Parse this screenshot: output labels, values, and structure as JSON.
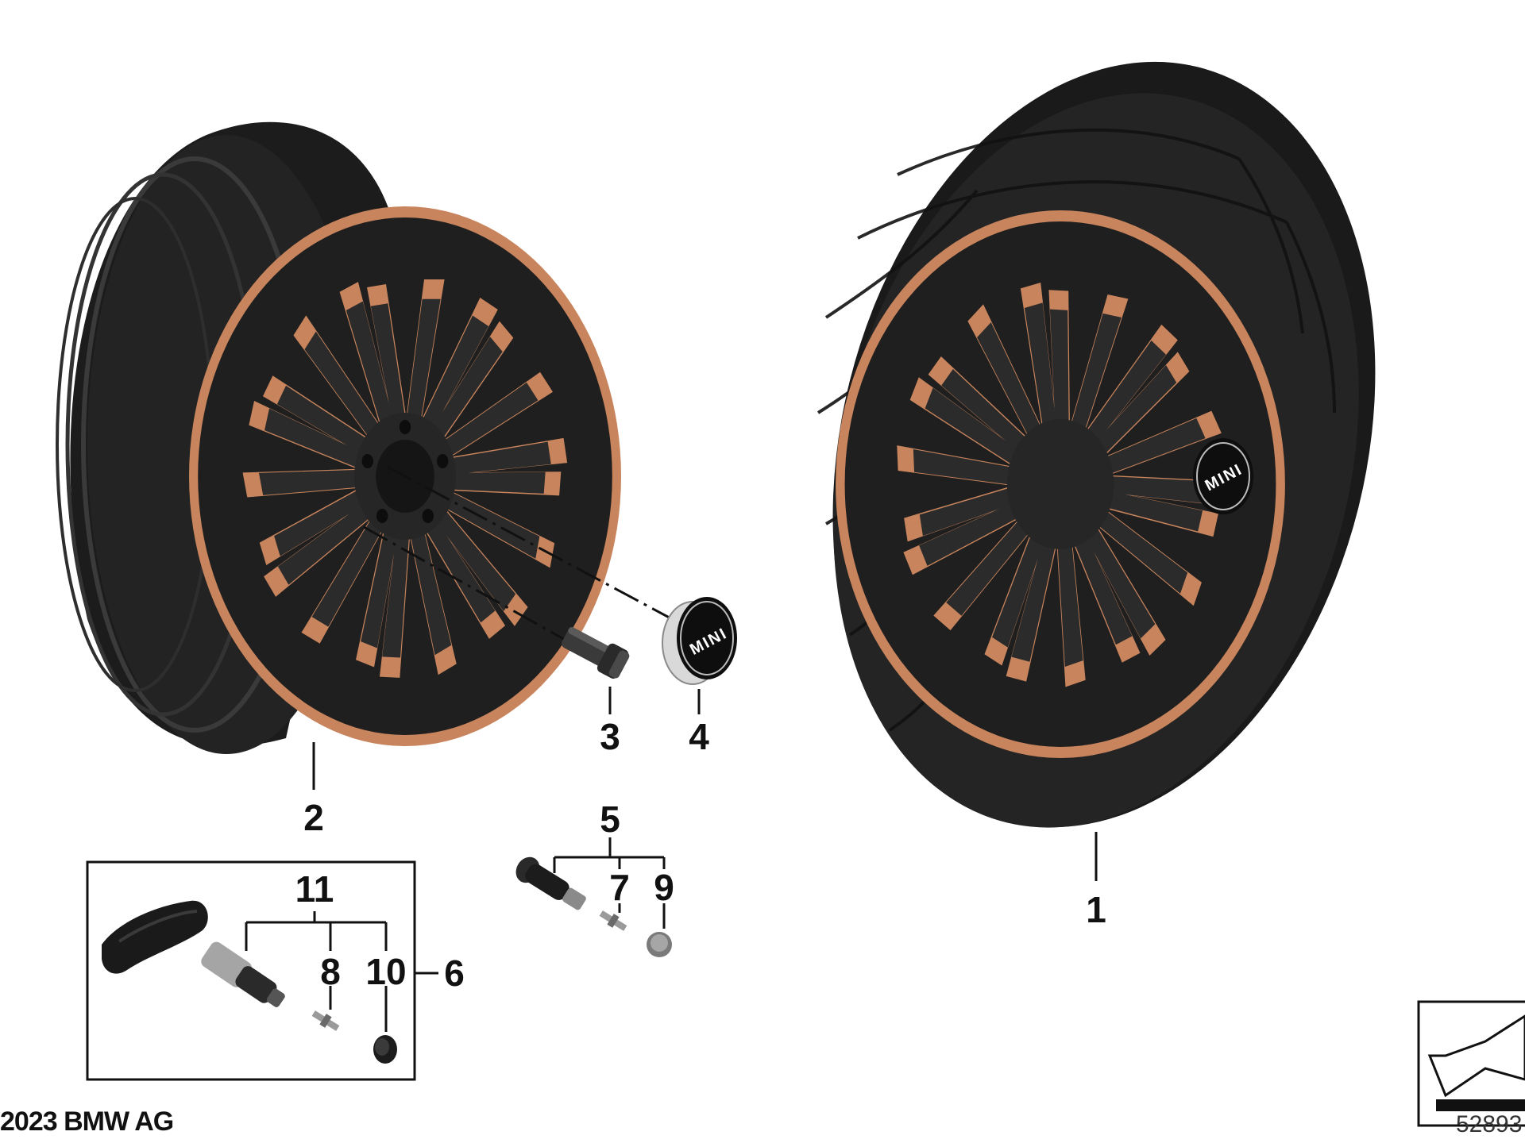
{
  "colors": {
    "copper": "#c8845c",
    "tire": "#1e1e1e",
    "rim": "#262626",
    "spoke": "#2a2a2a",
    "line": "#111111"
  },
  "wheel_cap": {
    "logo_text": "MINI"
  },
  "callouts": {
    "c1": "1",
    "c2": "2",
    "c3": "3",
    "c4": "4",
    "c5": "5",
    "c6": "6",
    "c7": "7",
    "c8": "8",
    "c9": "9",
    "c10": "10",
    "c11": "11"
  },
  "footer": {
    "copyright": "2023 BMW AG",
    "diagram_number": "52893"
  }
}
